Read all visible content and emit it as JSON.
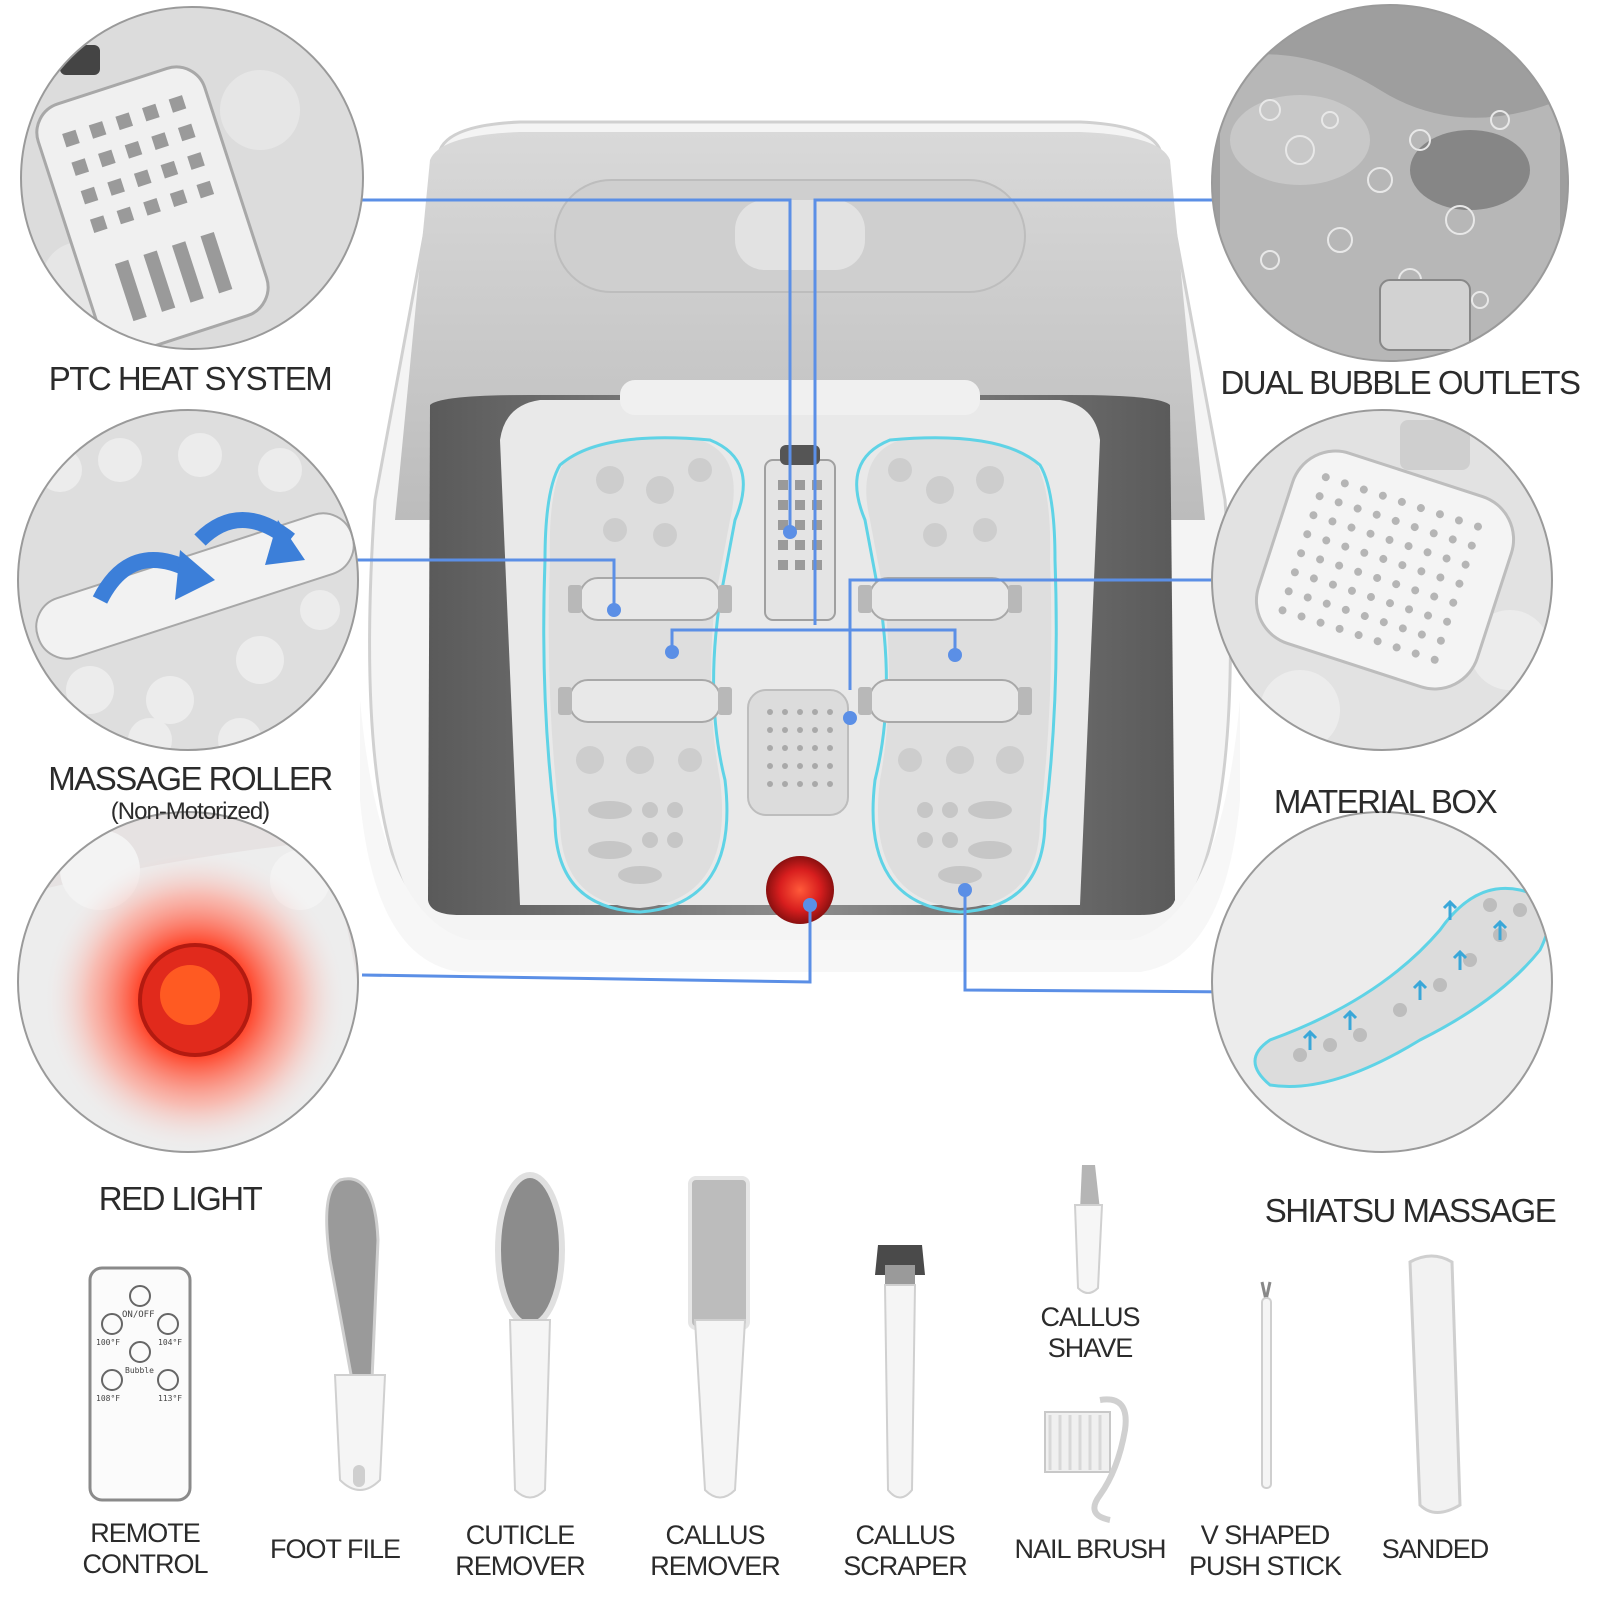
{
  "features": {
    "ptc_heat": "PTC HEAT SYSTEM",
    "dual_bubble": "DUAL BUBBLE OUTLETS",
    "massage_roller": "MASSAGE ROLLER",
    "massage_roller_note": "(Non-Motorized)",
    "material_box": "MATERIAL BOX",
    "red_light": "RED LIGHT",
    "shiatsu": "SHIATSU MASSAGE"
  },
  "accessories": {
    "remote_line1": "REMOTE",
    "remote_line2": "CONTROL",
    "foot_file": "FOOT FILE",
    "cuticle_line1": "CUTICLE",
    "cuticle_line2": "REMOVER",
    "callus_remover_line1": "CALLUS",
    "callus_remover_line2": "REMOVER",
    "callus_scraper_line1": "CALLUS",
    "callus_scraper_line2": "SCRAPER",
    "callus_shave_line1": "CALLUS",
    "callus_shave_line2": "SHAVE",
    "nail_brush": "NAIL BRUSH",
    "vstick_line1": "V SHAPED",
    "vstick_line2": "PUSH STICK",
    "sanded": "SANDED"
  },
  "remote": {
    "on_off": "ON/OFF",
    "t100": "100°F",
    "t104": "104°F",
    "bubble": "Bubble",
    "t108": "108°F",
    "t113": "113°F"
  },
  "colors": {
    "callout_line": "#5b8fe6",
    "foot_outline": "#5fd3e6",
    "red_light": "#e0282a",
    "basin_grey": "#b9b9b9"
  }
}
